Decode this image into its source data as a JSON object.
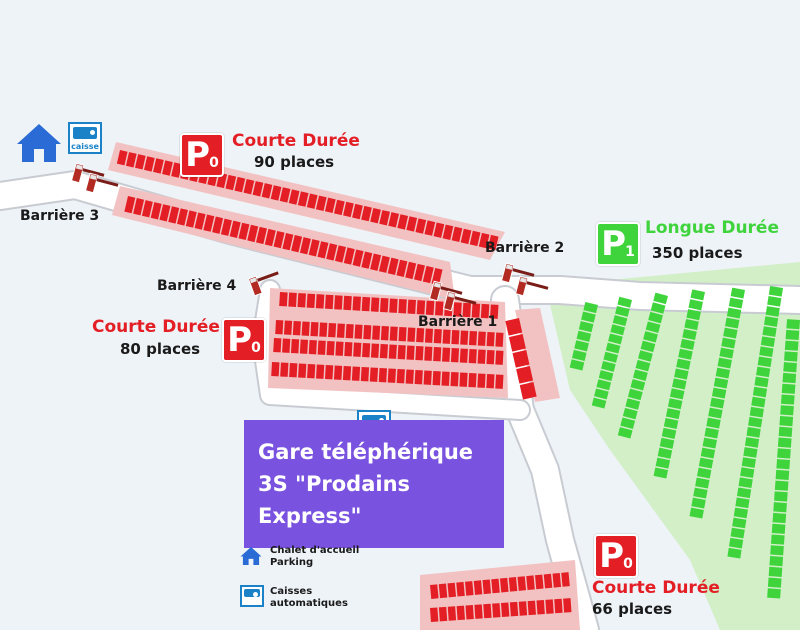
{
  "parkings": {
    "p0_north": {
      "badge_letter": "P",
      "badge_number": "0",
      "title": "Courte Durée",
      "places": "90 places"
    },
    "p0_west": {
      "badge_letter": "P",
      "badge_number": "0",
      "title": "Courte Durée",
      "places": "80 places"
    },
    "p0_south": {
      "badge_letter": "P",
      "badge_number": "0",
      "title": "Courte Durée",
      "places": "66 places"
    },
    "p1_east": {
      "badge_letter": "P",
      "badge_number": "1",
      "title": "Longue Durée",
      "places": "350 places"
    }
  },
  "barriers": {
    "b1": "Barrière 1",
    "b2": "Barrière 2",
    "b3": "Barrière 3",
    "b4": "Barrière 4"
  },
  "station": {
    "line1": "Gare téléphérique",
    "line2": "3S \"Prodains Express\""
  },
  "caisse_label": "caisse",
  "legend": {
    "chalet_line1": "Chalet d'accueil",
    "chalet_line2": "Parking",
    "caisse_line1": "Caisses",
    "caisse_line2": "automatiques"
  },
  "icons": [
    "house-icon",
    "caisse-icon",
    "barrier-gate-icon"
  ],
  "colors": {
    "short_term": "#e31e24",
    "long_term": "#3fd43c",
    "station": "#7a52e0",
    "caisse": "#1b82c8",
    "house": "#2a6bd6"
  }
}
